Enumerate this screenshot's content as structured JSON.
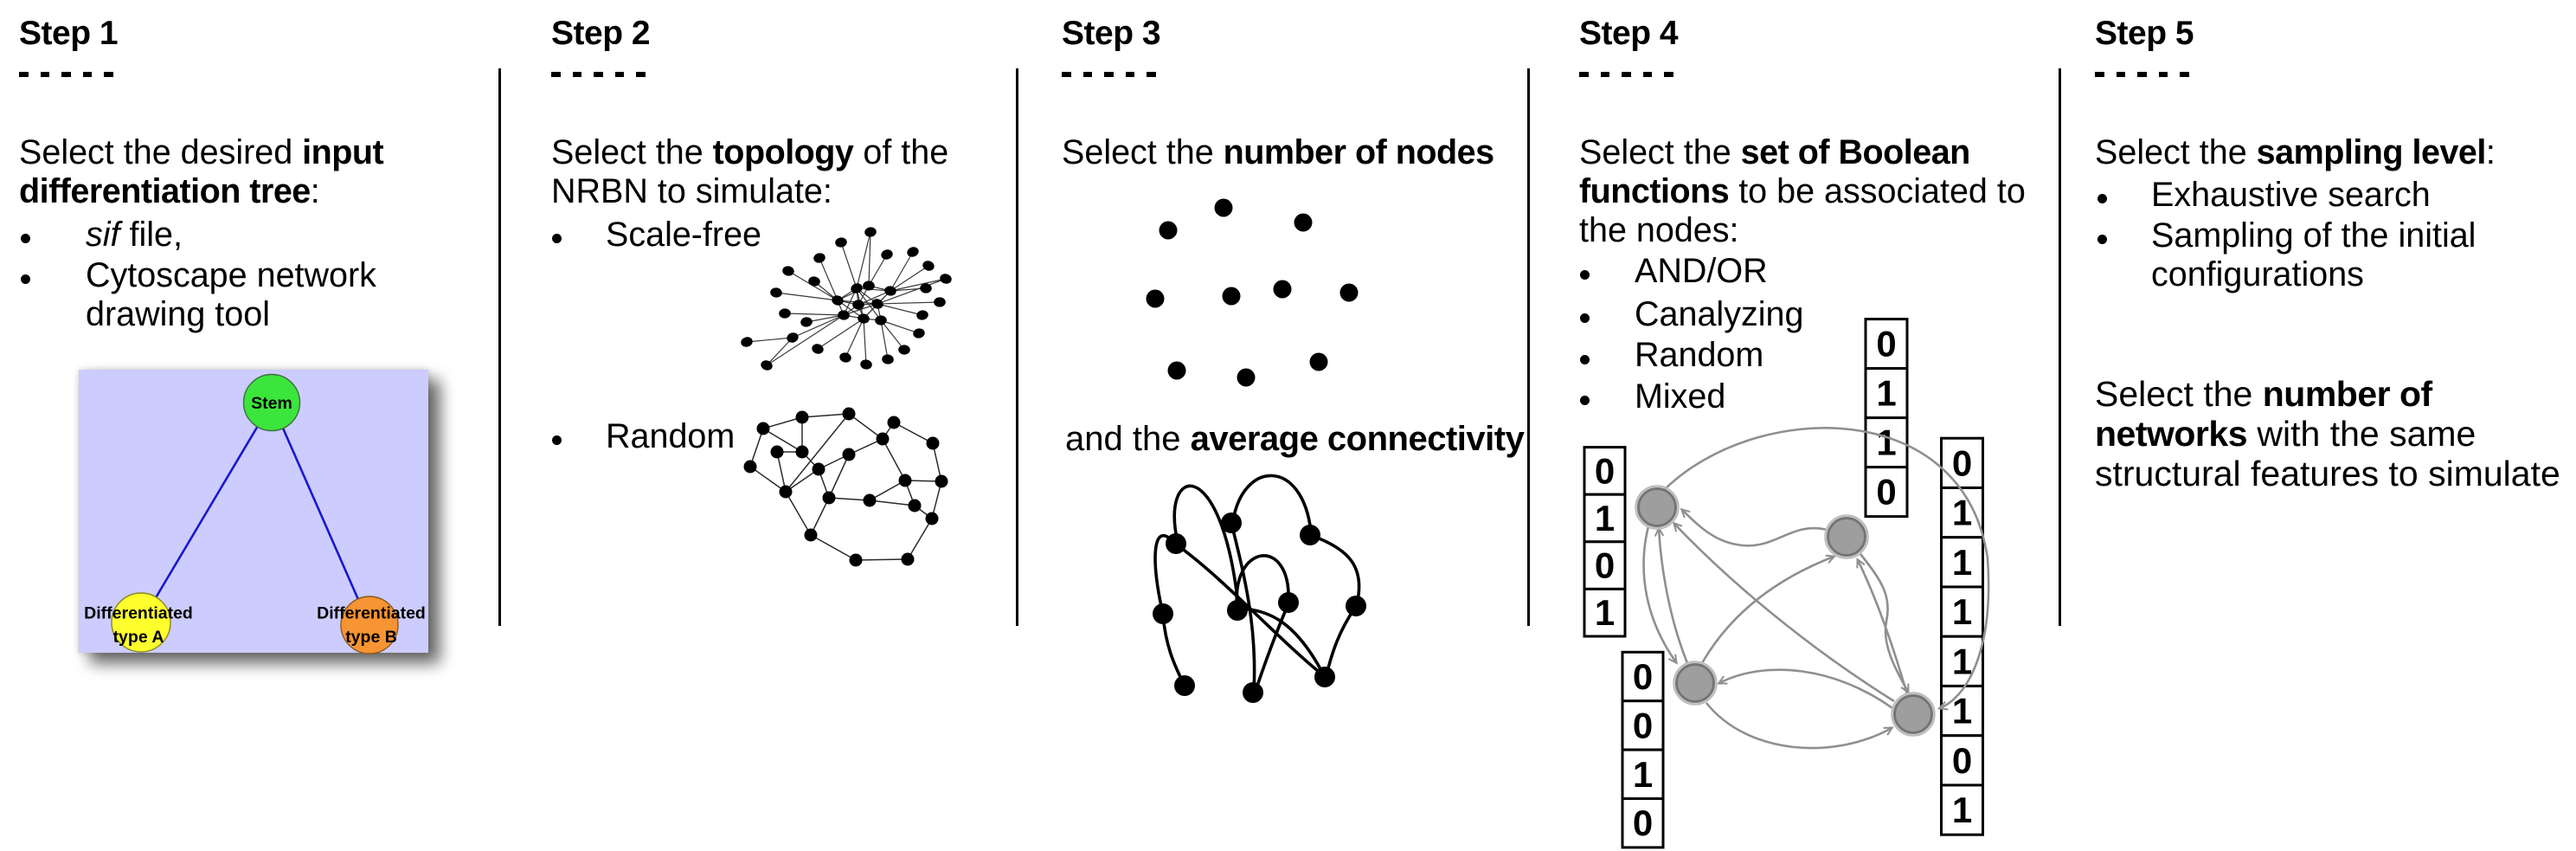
{
  "steps": [
    {
      "title": "Step 1",
      "intro": {
        "l1": {
          "pre": "Select the desired ",
          "bold": "input"
        },
        "l2": {
          "bold": "differentiation tree",
          "post": ":"
        }
      },
      "bullets": [
        {
          "italic": "sif",
          "rest": " file,"
        },
        {
          "l1": "Cytoscape network",
          "l2": "drawing tool"
        }
      ],
      "tree": {
        "root": "Stem",
        "leaf_a": [
          "Differentiated",
          "type A"
        ],
        "leaf_b": [
          "Differentiated",
          "type B"
        ]
      }
    },
    {
      "title": "Step 2",
      "intro": {
        "l1": {
          "pre": "Select the ",
          "bold": "topology",
          "post": " of the"
        },
        "l2": {
          "pre": "NRBN to simulate:"
        }
      },
      "bullets": [
        {
          "label": "Scale-free"
        },
        {
          "label": "Random"
        }
      ]
    },
    {
      "title": "Step 3",
      "intro": {
        "l1": {
          "pre": "Select the ",
          "bold": "number of nodes"
        }
      },
      "connectivity": {
        "pre": "and the ",
        "bold": "average connectivity"
      }
    },
    {
      "title": "Step 4",
      "intro": {
        "l1": {
          "pre": "Select the ",
          "bold": "set of Boolean"
        },
        "l2": {
          "bold": "functions",
          "post": " to be associated to"
        },
        "l3": {
          "pre": "the nodes:"
        }
      },
      "bullets": [
        {
          "label": "AND/OR"
        },
        {
          "label": "Canalyzing"
        },
        {
          "label": "Random"
        },
        {
          "label": "Mixed"
        }
      ],
      "vectors": {
        "top": [
          "0",
          "1",
          "1",
          "0"
        ],
        "left": [
          "0",
          "1",
          "0",
          "1"
        ],
        "bottom_left": [
          "0",
          "0",
          "1",
          "0"
        ],
        "right": [
          "0",
          "1",
          "1",
          "1",
          "1",
          "1",
          "0",
          "1"
        ]
      }
    },
    {
      "title": "Step 5",
      "intro": {
        "l1": {
          "pre": "Select the ",
          "bold": "sampling level",
          "post": ":"
        }
      },
      "bullets": [
        {
          "l1": "Exhaustive search"
        },
        {
          "l1": "Sampling of the initial",
          "l2": "configurations"
        }
      ],
      "networks": {
        "l1": {
          "pre": "Select the ",
          "bold": "number of"
        },
        "l2": {
          "bold": "networks",
          "post": " with the same"
        },
        "l3": {
          "pre": "structural features to simulate"
        }
      }
    }
  ],
  "colors": {
    "background": "#ffffff",
    "text": "#000000",
    "tree_box": "#ccccfe",
    "stem_node": "#3ce53c",
    "type_a_node": "#ffff2e",
    "type_b_node": "#f79433",
    "tree_edge": "#1818cf",
    "boolean_node": "#9e9e9e",
    "boolean_edge": "#8f8f8f",
    "network_dot": "#000000"
  }
}
